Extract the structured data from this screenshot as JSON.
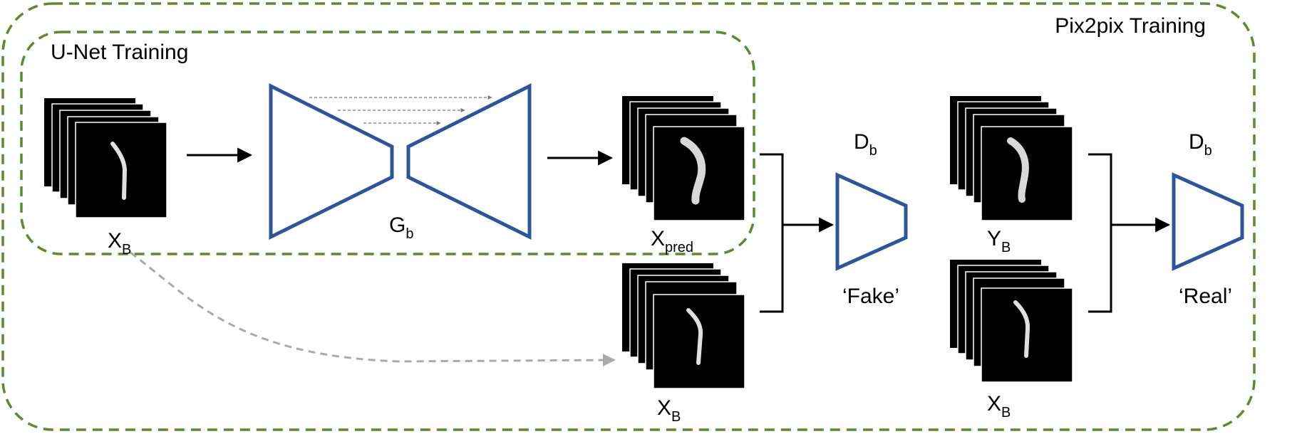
{
  "outer_region": {
    "title": "Pix2pix Training"
  },
  "inner_region": {
    "title": "U-Net Training"
  },
  "generator": {
    "symbol": "G",
    "subscript": "b"
  },
  "discriminator_fake": {
    "symbol": "D",
    "subscript": "b",
    "output": "‘Fake’"
  },
  "discriminator_real": {
    "symbol": "D",
    "subscript": "b",
    "output": "‘Real’"
  },
  "stacks": {
    "input": {
      "symbol": "X",
      "subscript": "B"
    },
    "prediction": {
      "symbol": "X",
      "subscript": "pred"
    },
    "condition_fake": {
      "symbol": "X",
      "subscript": "B"
    },
    "target": {
      "symbol": "Y",
      "subscript": "B"
    },
    "condition_real": {
      "symbol": "X",
      "subscript": "B"
    }
  },
  "colors": {
    "region_border": "#5a8a32",
    "network": "#2e5597",
    "arrow": "#000000",
    "skip_arrow": "#aaaaaa"
  }
}
